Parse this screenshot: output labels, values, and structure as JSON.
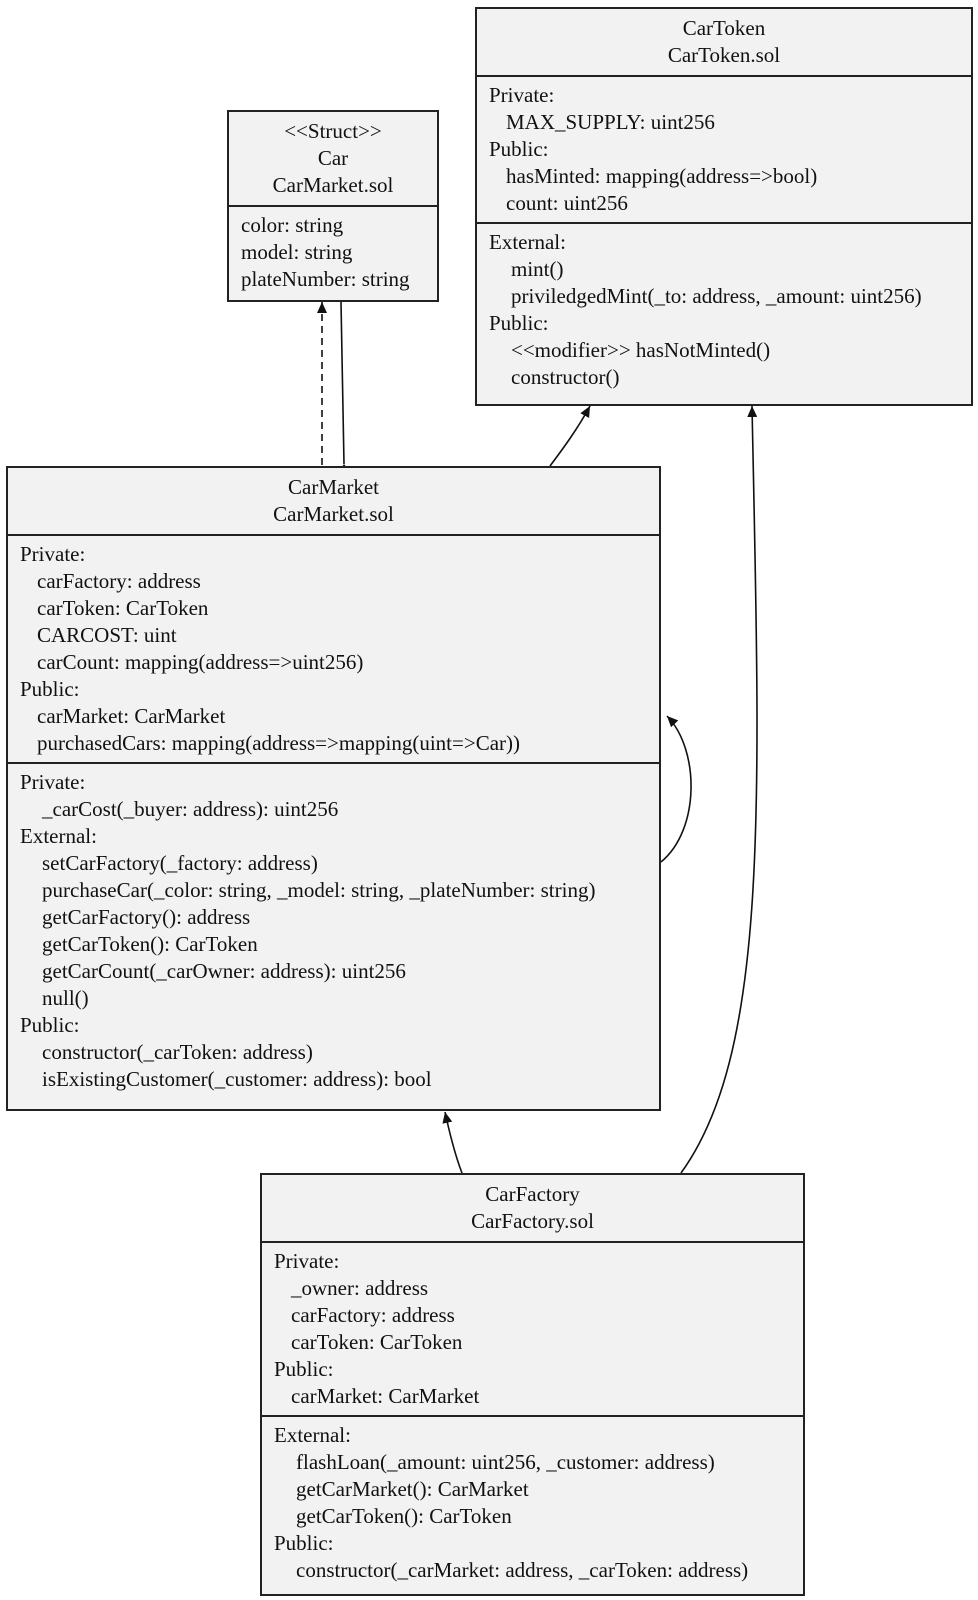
{
  "diagram": {
    "classes": {
      "car": {
        "header": [
          "<<Struct>>",
          "Car",
          "CarMarket.sol"
        ],
        "attributes": [
          "color: string",
          "model: string",
          "plateNumber: string"
        ]
      },
      "cartoken": {
        "header": [
          "CarToken",
          "CarToken.sol"
        ],
        "attr_groups": [
          {
            "label": "Private:",
            "items": [
              "MAX_SUPPLY: uint256"
            ]
          },
          {
            "label": "Public:",
            "items": [
              "hasMinted: mapping(address=>bool)",
              "count: uint256"
            ]
          }
        ],
        "op_groups": [
          {
            "label": "External:",
            "items": [
              "mint()",
              "priviledgedMint(_to: address, _amount: uint256)"
            ]
          },
          {
            "label": "Public:",
            "items": [
              "<<modifier>> hasNotMinted()",
              "constructor()"
            ]
          }
        ]
      },
      "carmarket": {
        "header": [
          "CarMarket",
          "CarMarket.sol"
        ],
        "attr_groups": [
          {
            "label": "Private:",
            "items": [
              "carFactory: address",
              "carToken: CarToken",
              "CARCOST: uint",
              "carCount: mapping(address=>uint256)"
            ]
          },
          {
            "label": "Public:",
            "items": [
              "carMarket: CarMarket",
              "purchasedCars: mapping(address=>mapping(uint=>Car))"
            ]
          }
        ],
        "op_groups": [
          {
            "label": "Private:",
            "items": [
              "_carCost(_buyer: address): uint256"
            ]
          },
          {
            "label": "External:",
            "items": [
              "setCarFactory(_factory: address)",
              "purchaseCar(_color: string, _model: string, _plateNumber: string)",
              "getCarFactory(): address",
              "getCarToken(): CarToken",
              "getCarCount(_carOwner: address): uint256",
              "null()"
            ]
          },
          {
            "label": "Public:",
            "items": [
              "constructor(_carToken: address)",
              "isExistingCustomer(_customer: address): bool"
            ]
          }
        ]
      },
      "carfactory": {
        "header": [
          "CarFactory",
          "CarFactory.sol"
        ],
        "attr_groups": [
          {
            "label": "Private:",
            "items": [
              "_owner: address",
              "carFactory: address",
              "carToken: CarToken"
            ]
          },
          {
            "label": "Public:",
            "items": [
              "carMarket: CarMarket"
            ]
          }
        ],
        "op_groups": [
          {
            "label": "External:",
            "items": [
              "flashLoan(_amount: uint256, _customer: address)",
              "getCarMarket(): CarMarket",
              "getCarToken(): CarToken"
            ]
          },
          {
            "label": "Public:",
            "items": [
              "constructor(_carMarket: address, _carToken: address)"
            ]
          }
        ]
      }
    },
    "colors": {
      "box_fill": "#f2f2f2",
      "stroke": "#222222"
    }
  }
}
